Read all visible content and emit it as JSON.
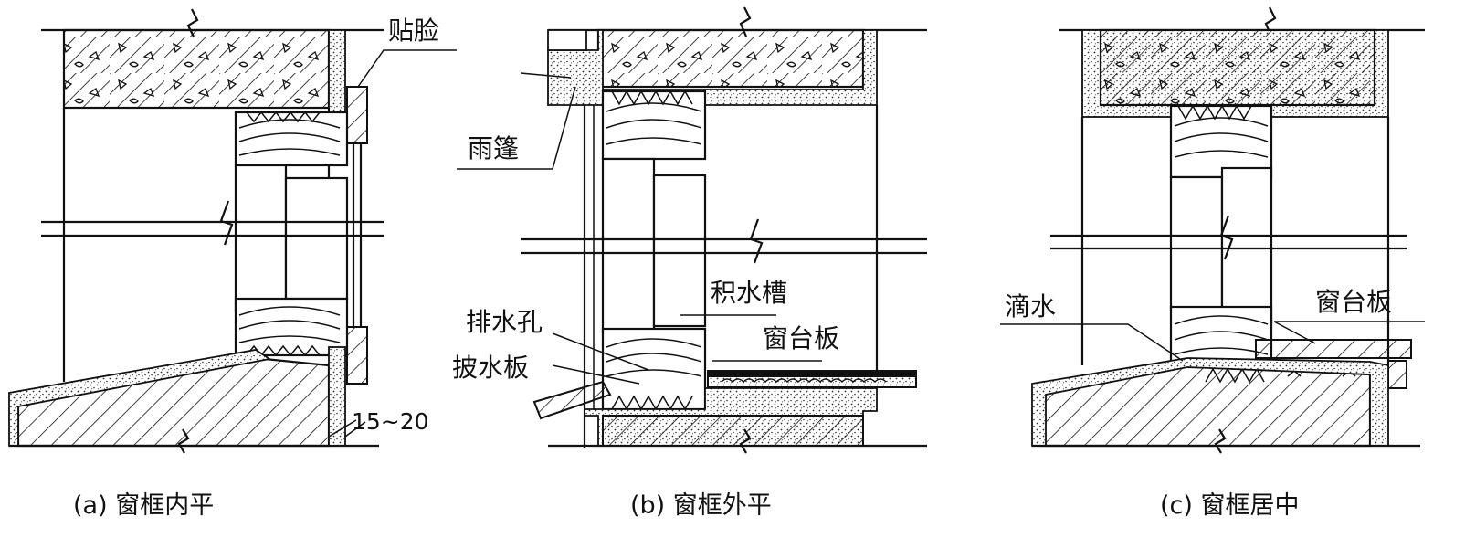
{
  "panels": {
    "a": {
      "caption": "(a) 窗框内平",
      "labels": {
        "cover_trim": "贴脸",
        "dimension": "15~20"
      }
    },
    "b": {
      "caption": "(b) 窗框外平",
      "labels": {
        "canopy": "雨篷",
        "water_channel": "积水槽",
        "drain_hole": "排水孔",
        "weather_board": "披水板",
        "window_sill_board": "窗台板"
      }
    },
    "c": {
      "caption": "(c) 窗框居中",
      "labels": {
        "drip": "滴水",
        "window_sill_board": "窗台板"
      }
    }
  }
}
